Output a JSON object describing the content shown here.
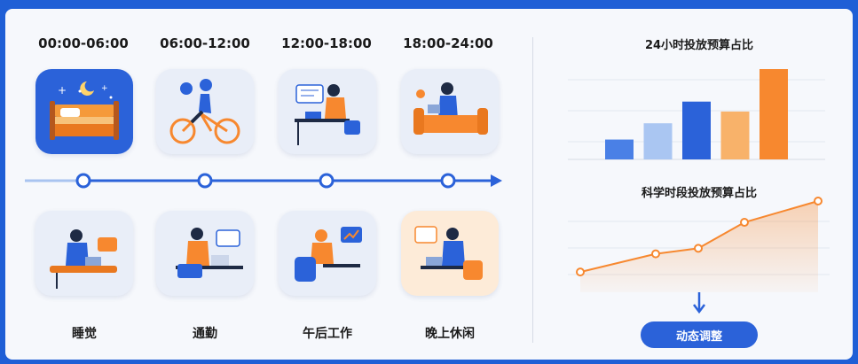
{
  "time_slots": [
    "00:00-06:00",
    "06:00-12:00",
    "12:00-18:00",
    "18:00-24:00"
  ],
  "activities": [
    "睡觉",
    "通勤",
    "午后工作",
    "晚上休闲"
  ],
  "icons_top": [
    "bed-night-icon",
    "cyclist-icon",
    "desk-worker-icon",
    "sofa-tablet-icon"
  ],
  "icons_bottom": [
    "laptop-chat-icon",
    "desk-laptop-icon",
    "worker-analytics-icon",
    "laptop-chat-icon"
  ],
  "colors": {
    "primary": "#2b62d9",
    "light_blue": "#a9c4f0",
    "orange": "#f7882f",
    "light_orange": "#f8b26a",
    "dark_bg": "#1f5fd6"
  },
  "bar_chart": {
    "title": "24小时投放预算占比",
    "chart_data": {
      "type": "bar",
      "values": [
        22,
        40,
        64,
        53,
        100
      ],
      "colors": [
        "#4a80e6",
        "#aac6f2",
        "#2b62d9",
        "#f8b26a",
        "#f7882f"
      ]
    }
  },
  "line_chart": {
    "title": "科学时段投放预算占比",
    "chart_data": {
      "type": "area",
      "values": [
        10,
        33,
        40,
        73,
        100
      ]
    }
  },
  "button_label": "动态调整"
}
